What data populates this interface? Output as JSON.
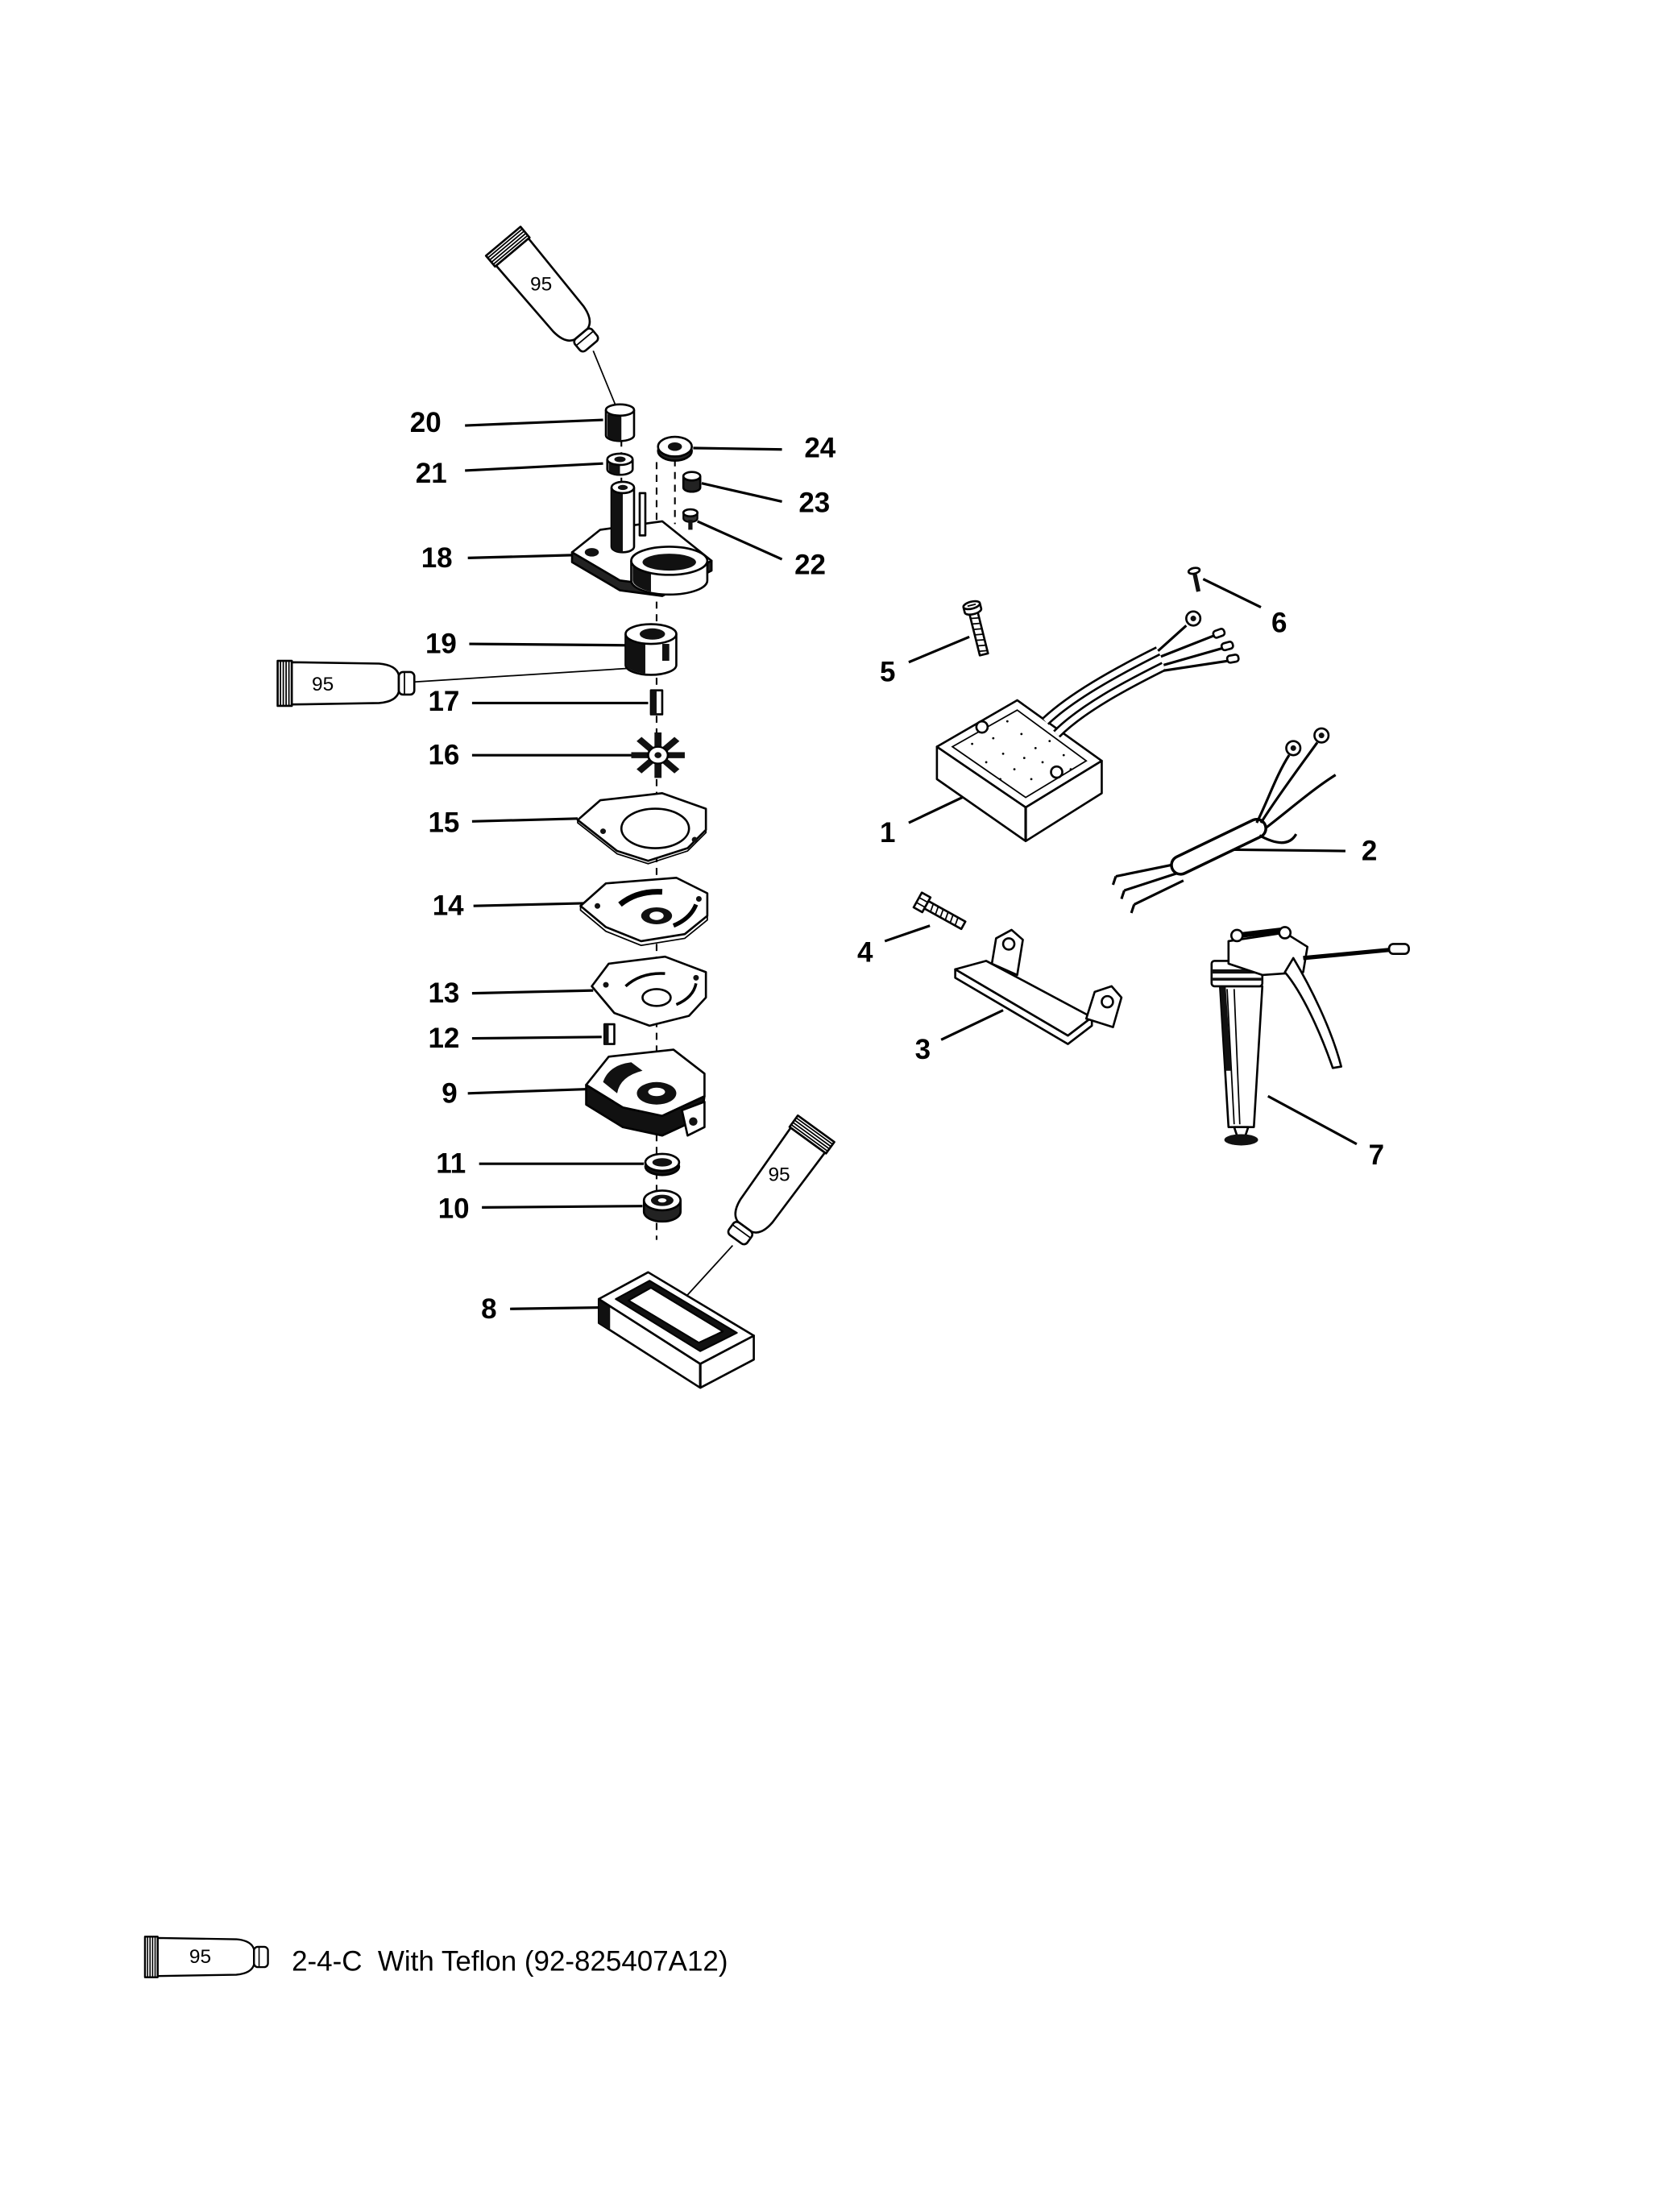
{
  "callouts": {
    "n1": "1",
    "n2": "2",
    "n3": "3",
    "n4": "4",
    "n5": "5",
    "n6": "6",
    "n7": "7",
    "n8": "8",
    "n9": "9",
    "n10": "10",
    "n11": "11",
    "n12": "12",
    "n13": "13",
    "n14": "14",
    "n15": "15",
    "n16": "16",
    "n17": "17",
    "n18": "18",
    "n19": "19",
    "n20": "20",
    "n21": "21",
    "n22": "22",
    "n23": "23",
    "n24": "24"
  },
  "sealant_tubes": {
    "top": "95",
    "left": "95",
    "bottom": "95"
  },
  "legend": {
    "code": "95",
    "text": "2-4-C  With Teflon (92-825407A12)"
  }
}
